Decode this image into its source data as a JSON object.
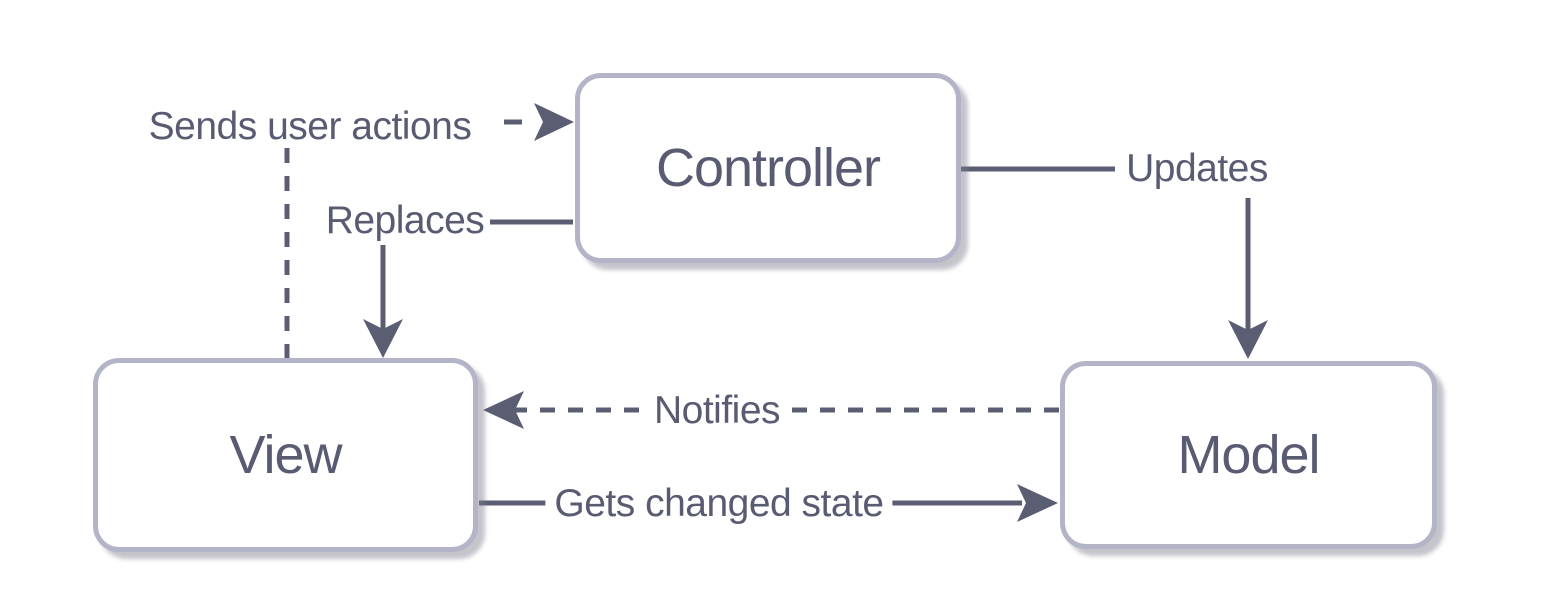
{
  "diagram": {
    "type": "mvc-architecture",
    "nodes": {
      "controller": {
        "label": "Controller"
      },
      "view": {
        "label": "View"
      },
      "model": {
        "label": "Model"
      }
    },
    "edges": {
      "sends_user_actions": {
        "label": "Sends user actions",
        "from": "View",
        "to": "Controller",
        "line_style": "dashed"
      },
      "replaces": {
        "label": "Replaces",
        "from": "Controller",
        "to": "View",
        "line_style": "solid"
      },
      "updates": {
        "label": "Updates",
        "from": "Controller",
        "to": "Model",
        "line_style": "solid"
      },
      "notifies": {
        "label": "Notifies",
        "from": "Model",
        "to": "View",
        "line_style": "dashed"
      },
      "gets_changed_state": {
        "label": "Gets changed state",
        "from": "View",
        "to": "Model",
        "line_style": "solid"
      }
    },
    "colors": {
      "background": "#ffffff",
      "node_fill": "#ffffff",
      "node_border": "#b3b4c7",
      "arrow": "#5b5e73",
      "text": "#585b72"
    }
  }
}
